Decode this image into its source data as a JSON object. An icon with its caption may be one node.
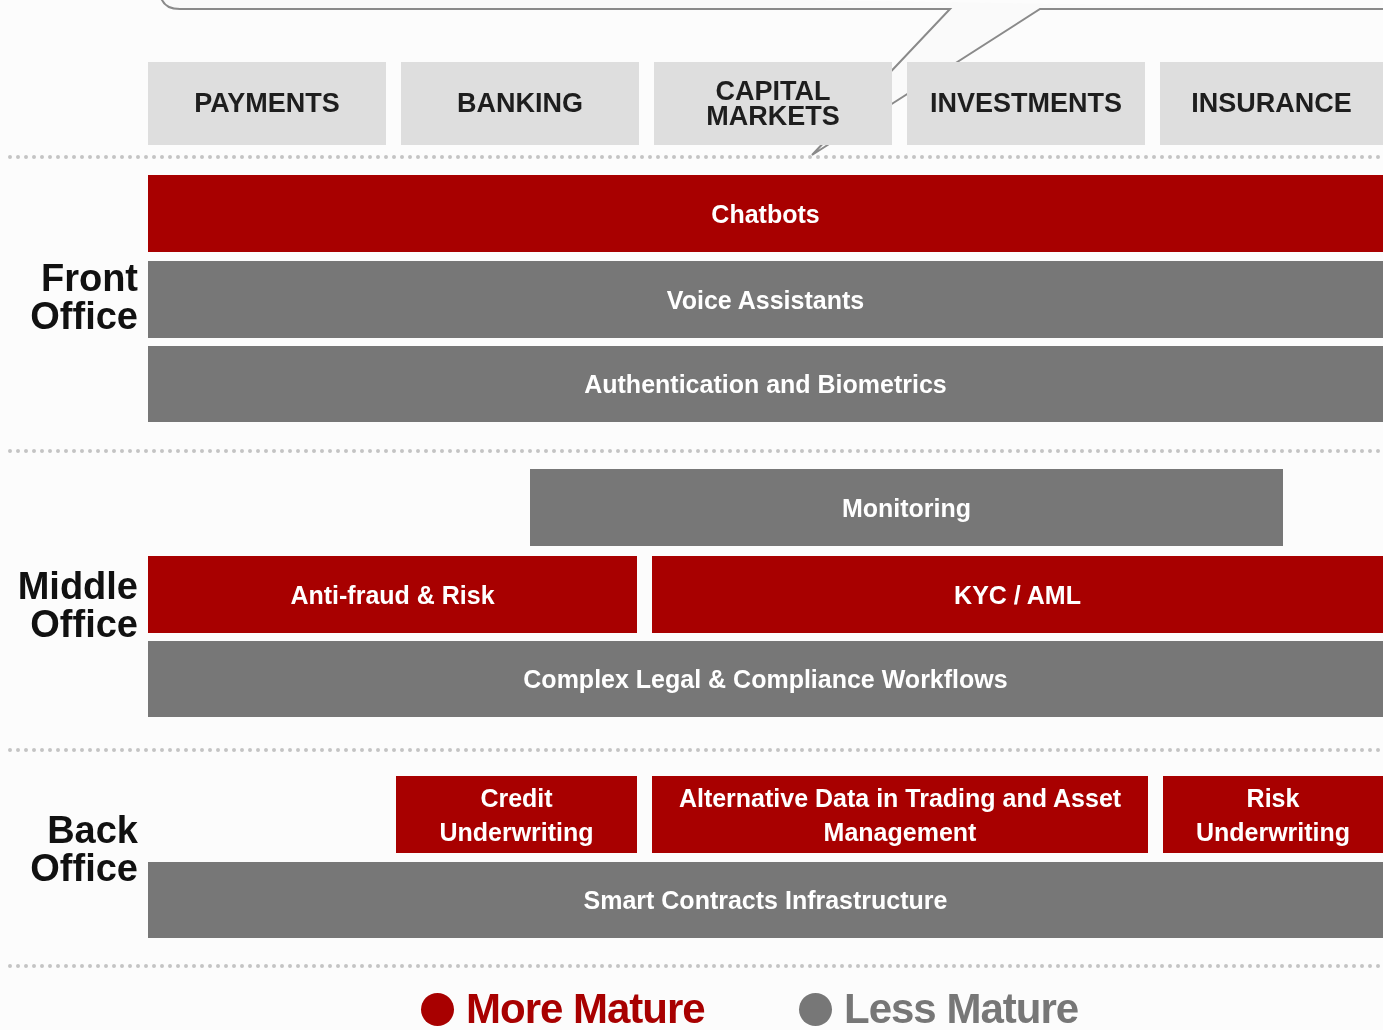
{
  "diagram": {
    "nodes": [
      {
        "text": [
          "PAYMENTS"
        ]
      },
      {
        "text": [
          "BANKING"
        ]
      },
      {
        "text": [
          "CAPITAL MARKETS"
        ]
      },
      {
        "text": [
          "INVESTMENTS"
        ]
      },
      {
        "text": [
          "INSURANCE"
        ]
      },
      {
        "text": [
          "Chatbots"
        ]
      },
      {
        "text": [
          "Voice Assistants"
        ]
      },
      {
        "text": [
          "Authentication and Biometrics"
        ]
      },
      {
        "text": [
          "Monitoring"
        ]
      },
      {
        "text": [
          "Anti-fraud & Risk"
        ]
      },
      {
        "text": [
          "KYC / AML"
        ]
      },
      {
        "text": [
          "Complex Legal & Compliance Workflows"
        ]
      },
      {
        "text": [
          "Credit Underwriting"
        ]
      },
      {
        "text": [
          "Alternative Data in Trading and Asset Management"
        ]
      },
      {
        "text": [
          "Risk Underwriting"
        ]
      },
      {
        "text": [
          "Smart Contracts Infrastructure"
        ]
      }
    ],
    "labels": [
      "Front Office",
      "Middle Office",
      "Back Office"
    ],
    "legend": [
      {
        "text": "More Mature",
        "color": "#a80000"
      },
      {
        "text": "Less Mature",
        "color": "#777777"
      }
    ]
  }
}
